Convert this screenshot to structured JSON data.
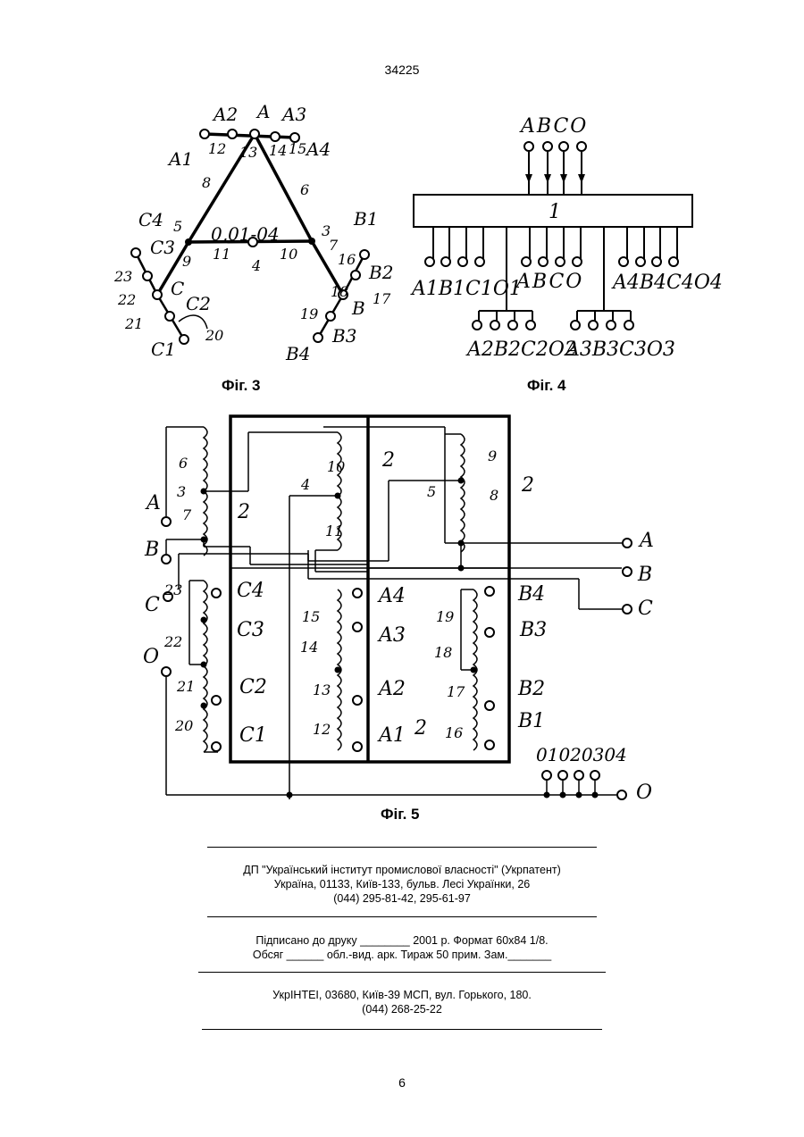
{
  "header": {
    "patent_number": "34225"
  },
  "fig3": {
    "caption": "Фіг. 3",
    "labels": {
      "A": "A",
      "A1": "A1",
      "A2": "A2",
      "A3": "A3",
      "A4": "A4",
      "B": "B",
      "B1": "B1",
      "B2": "B2",
      "B3": "B3",
      "B4": "B4",
      "C": "C",
      "C1": "C1",
      "C2": "C2",
      "C3": "C3",
      "C4": "C4",
      "center": "0,01-04",
      "n3": "3",
      "n4": "4",
      "n5": "5",
      "n6": "6",
      "n7": "7",
      "n8": "8",
      "n9": "9",
      "n10": "10",
      "n11": "11",
      "n12": "12",
      "n13": "13",
      "n14": "14",
      "n15": "15",
      "n16": "16",
      "n17": "17",
      "n18": "18",
      "n19": "19",
      "n20": "20",
      "n21": "21",
      "n22": "22",
      "n23": "23"
    }
  },
  "fig4": {
    "caption": "Фіг. 4",
    "inputs": "ABCO",
    "block": "1",
    "group1": "A1B1C1O1",
    "group_mid": "ABCO",
    "group4": "A4B4C4O4",
    "group2": "A2B2C2O2",
    "group3": "A3B3C3O3"
  },
  "fig5": {
    "caption": "Фіг. 5",
    "labels": {
      "A": "A",
      "B": "B",
      "C": "C",
      "O": "O",
      "outA": "A",
      "outB": "B",
      "outC": "C",
      "outO": "O",
      "outs": "01020304",
      "A1": "A1",
      "A2": "A2",
      "A3": "A3",
      "A4": "A4",
      "B1": "B1",
      "B2": "B2",
      "B3": "B3",
      "B4": "B4",
      "C1": "C1",
      "C2": "C2",
      "C3": "C3",
      "C4": "C4",
      "n2a": "2",
      "n2b": "2",
      "n2c": "2",
      "n2d": "2",
      "n3": "3",
      "n4": "4",
      "n5": "5",
      "n6": "6",
      "n7": "7",
      "n8": "8",
      "n9": "9",
      "n10": "10",
      "n11": "11",
      "n12": "12",
      "n13": "13",
      "n14": "14",
      "n15": "15",
      "n16": "16",
      "n17": "17",
      "n18": "18",
      "n19": "19",
      "n20": "20",
      "n21": "21",
      "n22": "22",
      "n23": "23"
    }
  },
  "footer": {
    "org_line1": "ДП \"Український інститут промислової власності\" (Укрпатент)",
    "org_line2": "Україна, 01133, Київ-133, бульв. Лесі Українки, 26",
    "org_line3": "(044) 295-81-42, 295-61-97",
    "print_line1": "Підписано до друку ________ 2001 р.    Формат 60х84 1/8.",
    "print_line2": "Обсяг ______ обл.-вид. арк.   Тираж 50 прим.    Зам._______",
    "printer_line1": "УкрІНТЕІ, 03680, Київ-39 МСП, вул. Горького, 180.",
    "printer_line2": "(044) 268-25-22"
  },
  "page_number": "6"
}
